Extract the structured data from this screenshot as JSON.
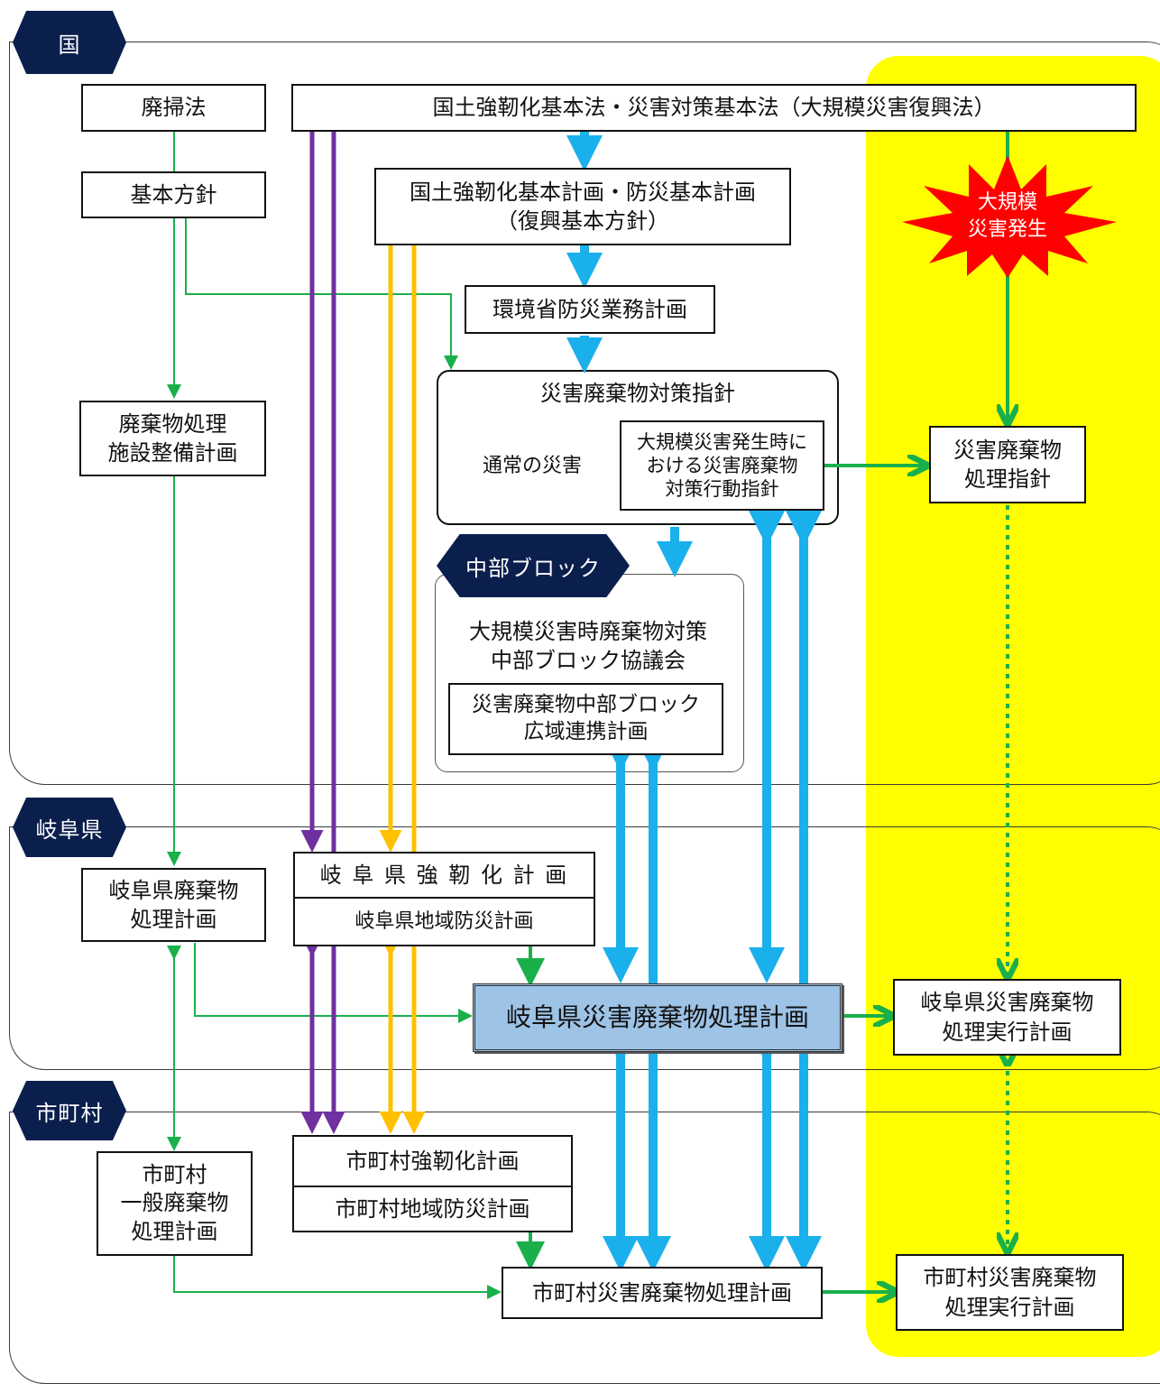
{
  "sections": {
    "kuni": "国",
    "gifu": "岐阜県",
    "shichoson": "市町村",
    "chubu": "中部ブロック"
  },
  "nodes": {
    "haisouhou": "廃掃法",
    "kihon_houshin": "基本方針",
    "kokudo_law": "国土強靭化基本法・災害対策基本法（大規模災害復興法）",
    "kokudo_plan": "国土強靭化基本計画・防災基本計画\n（復興基本方針）",
    "kankyo_plan": "環境省防災業務計画",
    "saigai_shishin_title": "災害廃棄物対策指針",
    "tsujo": "通常の災害",
    "daikibo_kodo": "大規模災害発生時に\nおける災害廃棄物\n対策行動指針",
    "daikibo_hassei": "大規模\n災害発生",
    "shori_shishin": "災害廃棄物\n処理指針",
    "shisetsu_plan": "廃棄物処理\n施設整備計画",
    "chubu_kyogikai": "大規模災害時廃棄物対策\n中部ブロック協議会",
    "chubu_renkei": "災害廃棄物中部ブロック\n広域連携計画",
    "gifu_haiki": "岐阜県廃棄物\n処理計画",
    "gifu_kyojin": "岐 阜 県 強 靭 化 計 画",
    "gifu_bousai": "岐阜県地域防災計画",
    "gifu_saigai": "岐阜県災害廃棄物処理計画",
    "gifu_jikko": "岐阜県災害廃棄物\n処理実行計画",
    "shi_ippan": "市町村\n一般廃棄物\n処理計画",
    "shi_kyojin": "市町村強靭化計画",
    "shi_bousai": "市町村地域防災計画",
    "shi_saigai": "市町村災害廃棄物処理計画",
    "shi_jikko": "市町村災害廃棄物\n処理実行計画"
  },
  "colors": {
    "green": "#19b04b",
    "blue": "#1ab0ec",
    "purple": "#7030a0",
    "orange": "#ffc000",
    "highlight": "#9dc3e6",
    "yellow": "#ffff00",
    "navy": "#0b1f4d",
    "burst": "#ff0000"
  }
}
